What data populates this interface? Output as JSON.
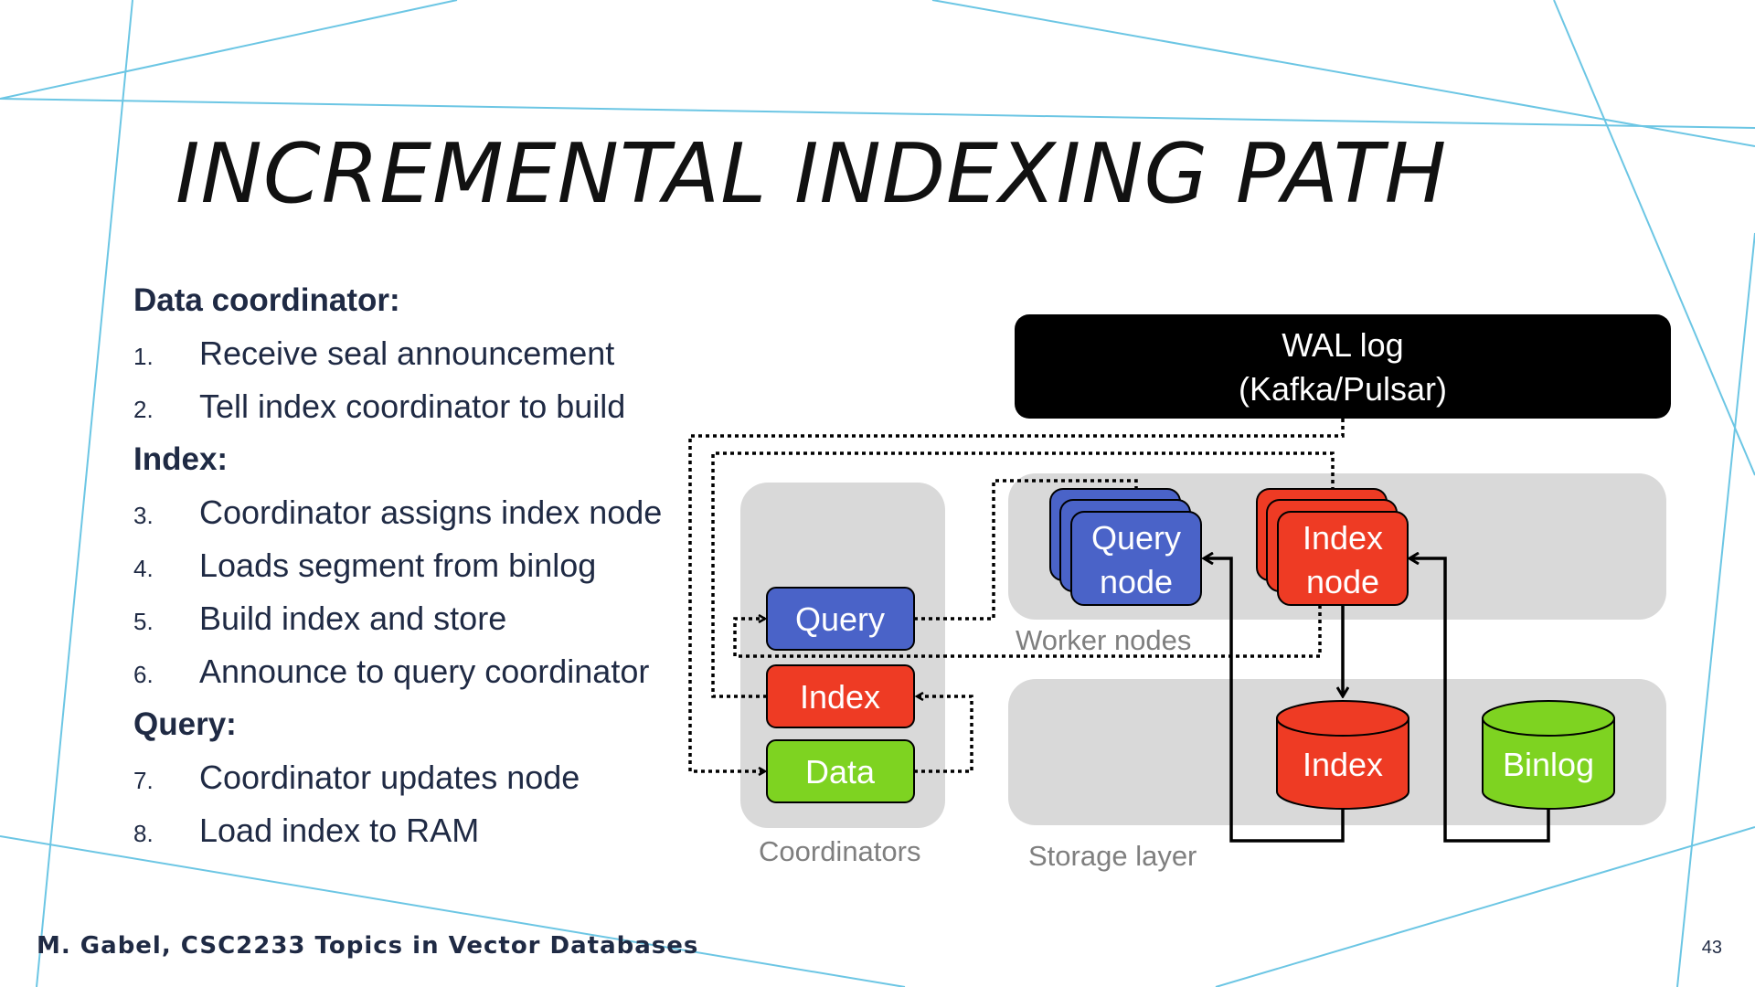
{
  "slide": {
    "title": "INCREMENTAL INDEXING PATH",
    "footer": "M. Gabel, CSC2233 Topics in Vector Databases",
    "page_number": "43"
  },
  "content": {
    "sections": [
      {
        "heading": "Data coordinator:",
        "items": [
          {
            "num": "1.",
            "text": "Receive seal announcement"
          },
          {
            "num": "2.",
            "text": "Tell index coordinator to build"
          }
        ]
      },
      {
        "heading": "Index:",
        "items": [
          {
            "num": "3.",
            "text": "Coordinator assigns index node"
          },
          {
            "num": "4.",
            "text": "Loads segment from binlog"
          },
          {
            "num": "5.",
            "text": "Build index and store"
          },
          {
            "num": "6.",
            "text": "Announce to query coordinator"
          }
        ]
      },
      {
        "heading": "Query:",
        "items": [
          {
            "num": "7.",
            "text": "Coordinator updates node"
          },
          {
            "num": "8.",
            "text": "Load index to RAM"
          }
        ]
      }
    ]
  },
  "diagram": {
    "wal_line1": "WAL log",
    "wal_line2": "(Kafka/Pulsar)",
    "query_node_line1": "Query",
    "query_node_line2": "node",
    "index_node_line1": "Index",
    "index_node_line2": "node",
    "coord_query": "Query",
    "coord_index": "Index",
    "coord_data": "Data",
    "storage_index": "Index",
    "storage_binlog": "Binlog",
    "label_worker": "Worker nodes",
    "label_coordinators": "Coordinators",
    "label_storage": "Storage layer"
  },
  "colors": {
    "blue": "#4a63c8",
    "red": "#ee3b24",
    "green": "#7ed321",
    "panel": "#d9d9d9",
    "accent_lines": "#6cc6e4"
  }
}
